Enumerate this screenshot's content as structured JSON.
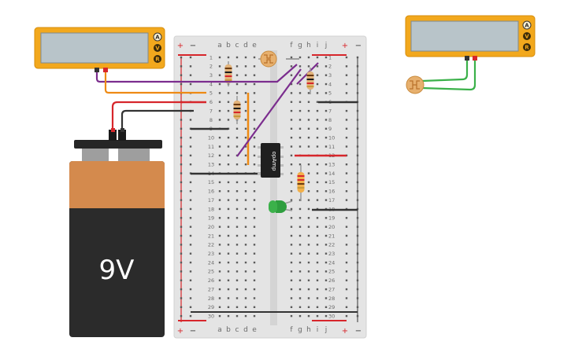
{
  "battery": {
    "label": "9V"
  },
  "multimeters": [
    {
      "buttons": [
        "A",
        "V",
        "R"
      ]
    },
    {
      "buttons": [
        "A",
        "V",
        "R"
      ]
    }
  ],
  "breadboard": {
    "column_letters_left": [
      "a",
      "b",
      "c",
      "d",
      "e"
    ],
    "column_letters_right": [
      "f",
      "g",
      "h",
      "i",
      "j"
    ],
    "rows": 30,
    "rail_plus": "+",
    "rail_minus": "−"
  },
  "opamp": {
    "label": "opAmp"
  },
  "colors": {
    "breadboard": "#e4e4e4",
    "rail_red": "#d7262b",
    "wire_purple": "#7b2d8e",
    "wire_orange": "#ee8a14",
    "wire_green": "#3bb14a",
    "wire_black": "#333333",
    "multimeter_body": "#f2a81d",
    "led_green": "#2e9e3e"
  }
}
